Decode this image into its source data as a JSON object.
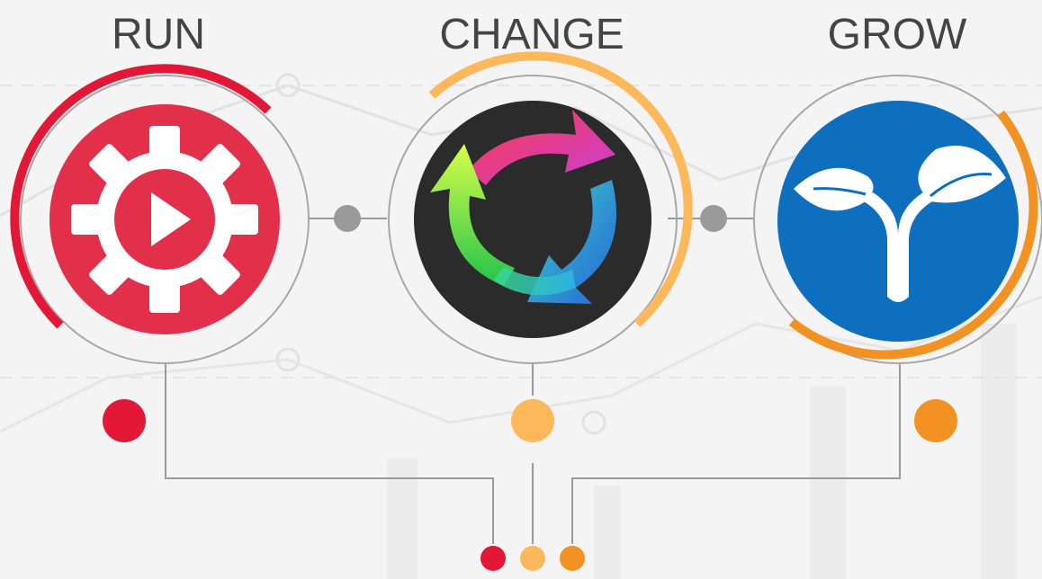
{
  "stages": [
    {
      "id": "run",
      "label": "RUN",
      "icon": "gear-play-icon",
      "color": "#e31837"
    },
    {
      "id": "change",
      "label": "CHANGE",
      "icon": "circular-arrows-icon",
      "color": "#fdb85c"
    },
    {
      "id": "grow",
      "label": "GROW",
      "icon": "sprout-icon",
      "color": "#f29222"
    }
  ],
  "colors": {
    "run": "#e31837",
    "change": "#fdb85c",
    "grow": "#f29222",
    "connector": "#9a9a9a",
    "title": "#444444",
    "background": "#f4f4f4",
    "grow_badge": "#0d6fbe",
    "change_badge": "#2a2a2a"
  }
}
